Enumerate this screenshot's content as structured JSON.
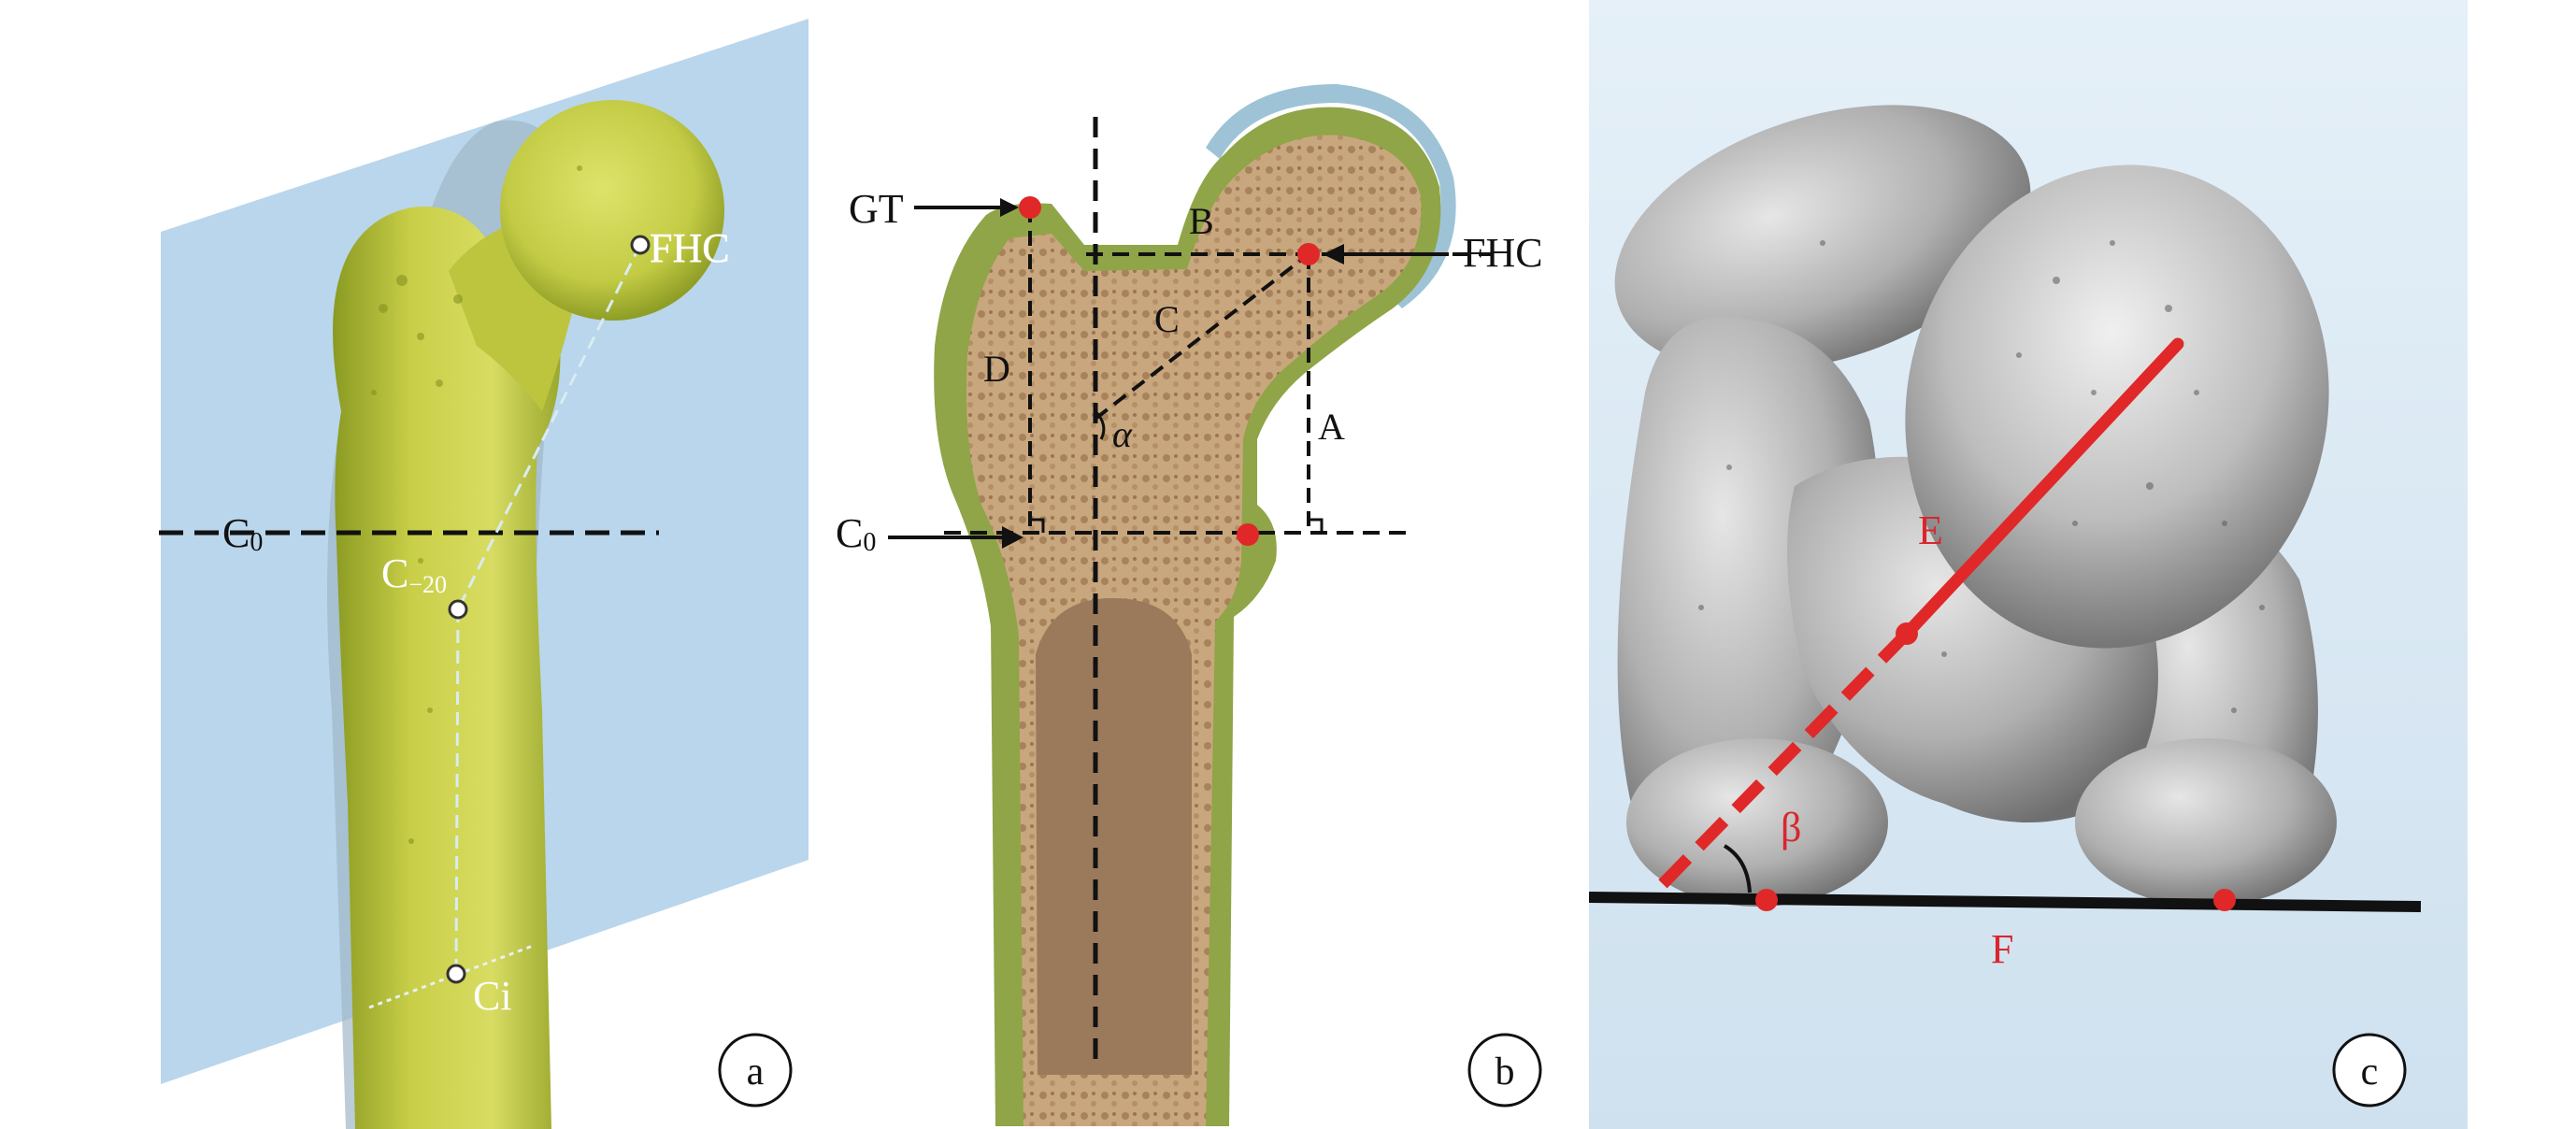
{
  "panel_a": {
    "labels": {
      "fhc": "FHC",
      "c0": "C",
      "c0_sub": "0",
      "c_20": "C",
      "c_20_sub": "−20",
      "ci": "Ci"
    },
    "badge": "a"
  },
  "panel_b": {
    "labels": {
      "gt": "GT",
      "fhc": "FHC",
      "c0": "C",
      "c0_sub": "0",
      "a": "A",
      "b": "B",
      "c": "C",
      "d": "D",
      "alpha": "α"
    },
    "badge": "b"
  },
  "panel_c": {
    "labels": {
      "e": "E",
      "f": "F",
      "beta": "β"
    },
    "badge": "c"
  },
  "colors": {
    "bone_yellow": "#c9cf48",
    "plane_blue": "#b9d6ec",
    "cortex_green": "#8fa548",
    "cancellous": "#c9a77e",
    "medullary": "#9b7a5b",
    "marker_red": "#e02828",
    "label_red": "#d8262e",
    "knee_grey": "#b4b4b4",
    "background_c": "#dcebf7"
  }
}
